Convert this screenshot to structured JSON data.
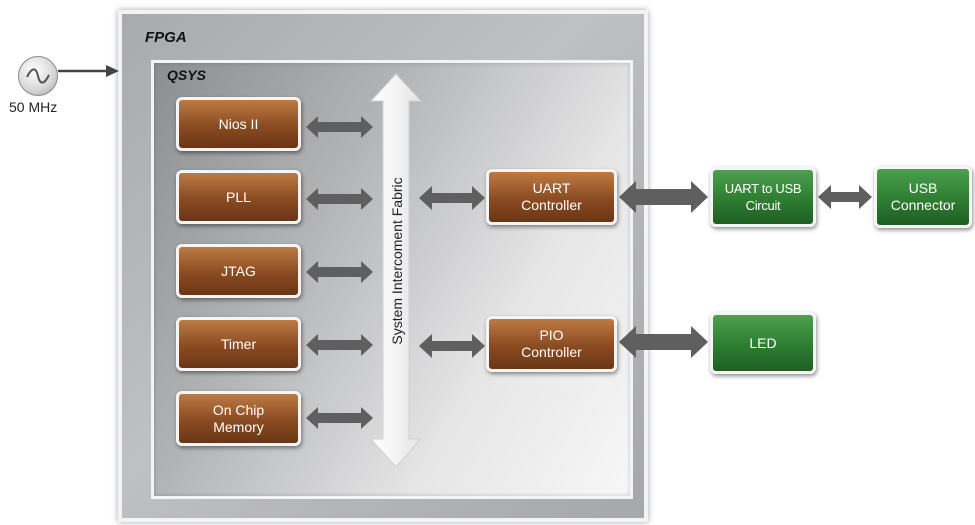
{
  "fpga": {
    "title": "FPGA"
  },
  "qsys": {
    "title": "QSYS"
  },
  "clock": {
    "label": "50 MHz"
  },
  "fabric": {
    "label": "System Intercoment Fabric"
  },
  "modules": {
    "nios": "Nios II",
    "pll": "PLL",
    "jtag": "JTAG",
    "timer": "Timer",
    "onchip_line1": "On Chip",
    "onchip_line2": "Memory",
    "uart_line1": "UART",
    "uart_line2": "Controller",
    "pio_line1": "PIO",
    "pio_line2": "Controller"
  },
  "external": {
    "uart_usb_line1": "UART to USB",
    "uart_usb_line2": "Circuit",
    "usb_line1": "USB",
    "usb_line2": "Connector",
    "led": "LED"
  },
  "colors": {
    "module_brown": "#8a4b22",
    "external_green": "#2e7d32",
    "arrow_gray": "#5f5f5f"
  }
}
